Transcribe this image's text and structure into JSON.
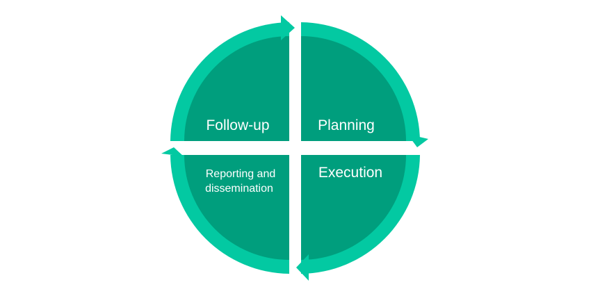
{
  "colors": {
    "outer_ring": "#03C9A2",
    "inner_fill": "#009E7D",
    "gap": "#ffffff",
    "label_text": "#ffffff"
  },
  "quadrants": {
    "planning": {
      "label": "Planning"
    },
    "execution": {
      "label": "Execution"
    },
    "reporting": {
      "label_line_1": "Reporting and",
      "label_line_2": "dissemination"
    },
    "followup": {
      "label": "Follow-up"
    }
  },
  "arrows": [
    {
      "name": "arrow-followup-to-planning",
      "direction": "right"
    },
    {
      "name": "arrow-planning-to-execution",
      "direction": "down"
    },
    {
      "name": "arrow-execution-to-reporting",
      "direction": "left"
    },
    {
      "name": "arrow-reporting-to-followup",
      "direction": "up"
    }
  ]
}
